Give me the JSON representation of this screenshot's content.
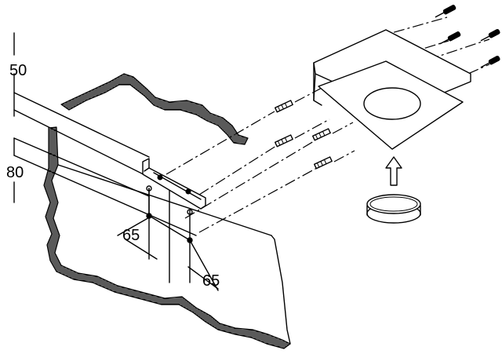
{
  "dimensions": {
    "top_left": "50",
    "mid_left": "80",
    "horizontal_1": "65",
    "horizontal_2": "65"
  }
}
